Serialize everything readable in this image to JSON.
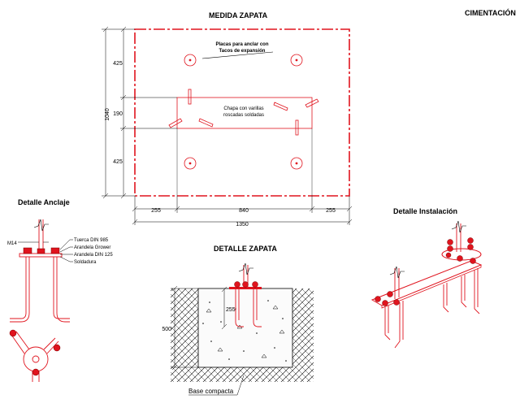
{
  "header": {
    "title_right": "CIMENTACIÓN",
    "title_plan": "MEDIDA ZAPATA"
  },
  "plan": {
    "label_plates": "Placas para anclar con",
    "label_plates_2": "Tacos de expansión",
    "label_chapa": "Chapa con varillas",
    "label_chapa_2": "roscadas soldadas",
    "dim_total_height": "1040",
    "dim_top": "425",
    "dim_mid": "190",
    "dim_bottom": "425",
    "dim_left": "255",
    "dim_center": "840",
    "dim_right": "255",
    "dim_total_width": "1350"
  },
  "anclaje": {
    "title": "Detalle Anclaje",
    "m14": "M14",
    "tuerca": "Tuerca DIN 985",
    "grower": "Arandela Grower",
    "din125": "Arandela DIN 125",
    "soldadura": "Soldadura"
  },
  "zapata": {
    "title": "DETALLE  ZAPATA",
    "depth": "500",
    "embed": "255",
    "base": "Base compacta"
  },
  "instalacion": {
    "title": "Detalle Instalación"
  },
  "colors": {
    "accent": "#e0141e",
    "ink": "#000000"
  }
}
